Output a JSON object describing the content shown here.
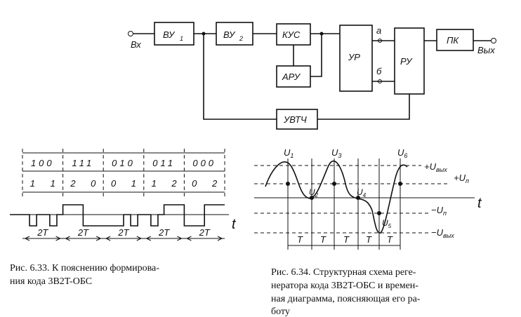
{
  "top_diagram": {
    "input_label": "Вх",
    "output_label": "Вых",
    "blocks": {
      "vu1": "ВУ",
      "vu1_sub": "1",
      "vu2": "ВУ",
      "vu2_sub": "2",
      "kus": "КУС",
      "aru": "АРУ",
      "ur": "УР",
      "ru": "РУ",
      "pk": "ПК",
      "uvtch": "УВТЧ"
    },
    "node_a": "а",
    "node_b": "б"
  },
  "fig33": {
    "codes": [
      "100",
      "111",
      "010",
      "011",
      "000"
    ],
    "digits": [
      "1",
      "1",
      "2",
      "0",
      "0",
      "1",
      "1",
      "2",
      "0",
      "2"
    ],
    "period_label": "2T",
    "axis_label": "t",
    "caption_line1": "Рис. 6.33. К пояснению формирова-",
    "caption_line2": "ния кода 3B2T-ОБС"
  },
  "fig34": {
    "peaks": {
      "u1": "U",
      "u1_sub": "1",
      "u2": "U",
      "u2_sub": "2",
      "u3": "U",
      "u3_sub": "3",
      "u4": "U",
      "u4_sub": "4",
      "u5": "U",
      "u5_sub": "5",
      "u6": "U",
      "u6_sub": "6"
    },
    "levels": {
      "plus_uout": "+U",
      "plus_uout_sub": "вых",
      "plus_up": "+U",
      "plus_up_sub": "п",
      "minus_up": "−U",
      "minus_up_sub": "п",
      "minus_uout": "−U",
      "minus_uout_sub": "вых"
    },
    "period_label": "T",
    "axis_label": "t",
    "caption_line1": "Рис. 6.34. Структурная схема реге-",
    "caption_line2": "нератора кода 3B2T-ОБС и времен-",
    "caption_line3": "ная диаграмма, поясняющая его ра-",
    "caption_line4": "боту"
  }
}
